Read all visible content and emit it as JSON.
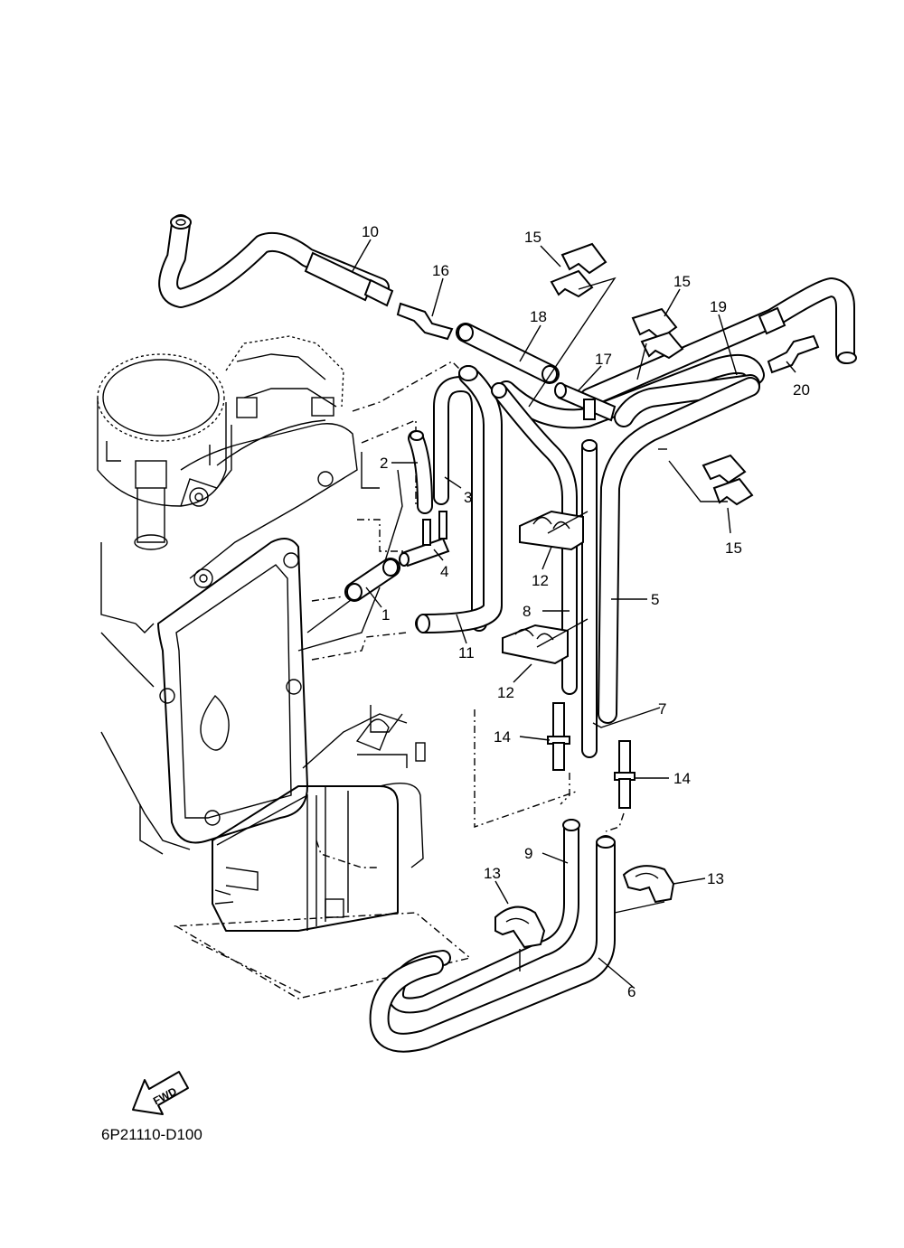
{
  "parts": [
    {
      "no": "1"
    },
    {
      "no": "2"
    },
    {
      "no": "3"
    },
    {
      "no": "4"
    },
    {
      "no": "5"
    },
    {
      "no": "6"
    },
    {
      "no": "7"
    },
    {
      "no": "8"
    },
    {
      "no": "9"
    },
    {
      "no": "10"
    },
    {
      "no": "11"
    },
    {
      "no": "12"
    },
    {
      "no": "13"
    },
    {
      "no": "14"
    },
    {
      "no": "15"
    },
    {
      "no": "16"
    },
    {
      "no": "17"
    },
    {
      "no": "18"
    },
    {
      "no": "19"
    },
    {
      "no": "20"
    }
  ],
  "fwd_arrow_text": "FWD",
  "diagram_code": "6P21110-D100"
}
